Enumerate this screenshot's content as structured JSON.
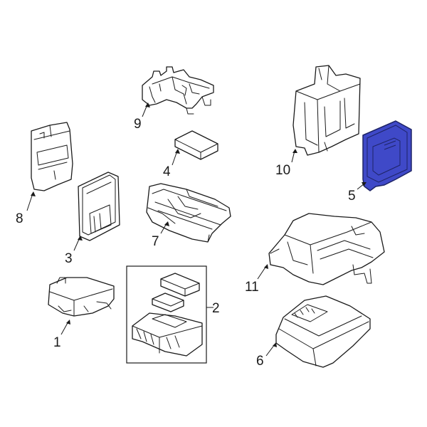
{
  "diagram": {
    "callouts": [
      {
        "id": "1",
        "label": "1"
      },
      {
        "id": "2",
        "label": "2"
      },
      {
        "id": "3",
        "label": "3"
      },
      {
        "id": "4",
        "label": "4"
      },
      {
        "id": "5",
        "label": "5"
      },
      {
        "id": "6",
        "label": "6"
      },
      {
        "id": "7",
        "label": "7"
      },
      {
        "id": "8",
        "label": "8"
      },
      {
        "id": "9",
        "label": "9"
      },
      {
        "id": "10",
        "label": "10"
      },
      {
        "id": "11",
        "label": "11"
      }
    ],
    "highlighted_part": "5",
    "colors": {
      "line": "#1a1a1a",
      "highlight_fill": "#3f49c8",
      "highlight_stroke": "#1e2466",
      "background": "#ffffff"
    }
  }
}
